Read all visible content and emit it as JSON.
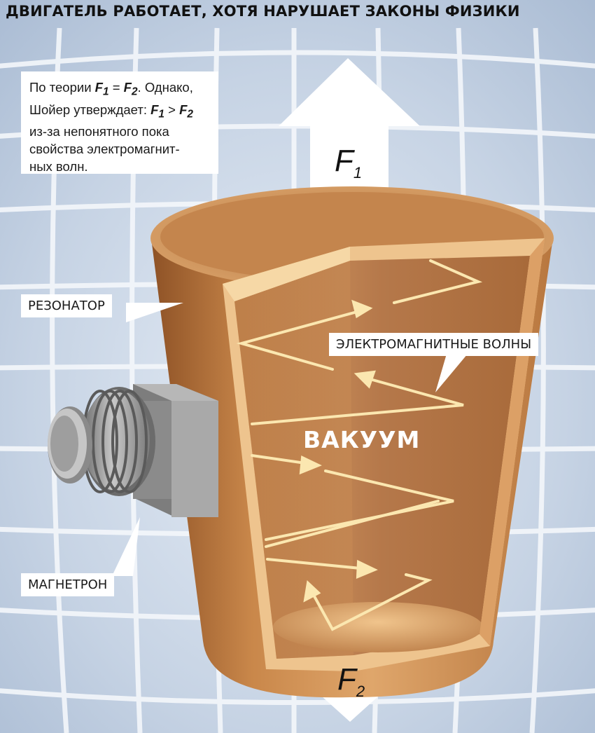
{
  "title": "ДВИГАТЕЛЬ РАБОТАЕТ, ХОТЯ НАРУШАЕТ ЗАКОНЫ ФИЗИКИ",
  "note": {
    "l1_a": "По теории ",
    "l1_f1": "F",
    "l1_s1": "1",
    "l1_eq": " = ",
    "l1_f2": "F",
    "l1_s2": "2",
    "l1_b": ". Однако,",
    "l2_a": "Шойер утверждает: ",
    "l2_f1": "F",
    "l2_s1": "1",
    "l2_gt": " > ",
    "l2_f2": "F",
    "l2_s2": "2",
    "l3": "из-за непонятного пока",
    "l4": "свойства электромагнит-",
    "l5": "ных волн."
  },
  "labels": {
    "resonator": "РЕЗОНАТОР",
    "waves": "ЭЛЕКТРОМАГНИТНЫЕ ВОЛНЫ",
    "vacuum": "ВАКУУМ",
    "magnetron": "МАГНЕТРОН"
  },
  "forces": {
    "f1_letter": "F",
    "f1_sub": "1",
    "f2_letter": "F",
    "f2_sub": "2"
  },
  "colors": {
    "background": "#c9d6e6",
    "grid": "#f2f5fa",
    "copper_light": "#e8b97a",
    "copper": "#c78a4e",
    "copper_dark": "#9e5f2e",
    "wave_line": "#fbe7b0",
    "magnetron": "#9a9a9a"
  },
  "icons": [
    "arrow-up-icon",
    "arrow-down-icon",
    "magnetron-icon",
    "resonator-icon"
  ]
}
